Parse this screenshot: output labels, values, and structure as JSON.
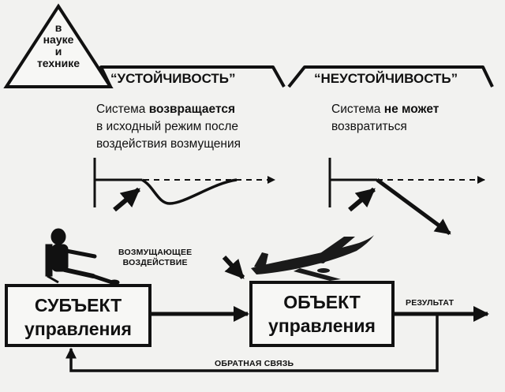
{
  "triangle": {
    "line1": "в",
    "line2": "науке",
    "line3": "и",
    "line4": "технике"
  },
  "stability": {
    "label": "“УСТОЙЧИВОСТЬ”",
    "desc_pre": "Система ",
    "desc_bold": "возвращается",
    "desc_line2": "в исходный режим после",
    "desc_line3": "воздействия возмущения"
  },
  "instability": {
    "label": "“НЕУСТОЙЧИВОСТЬ”",
    "desc_pre": "Система ",
    "desc_bold": "не может",
    "desc_line2": "возвратиться"
  },
  "subject": {
    "line1": "СУБЪЕКТ",
    "line2": "управления"
  },
  "object": {
    "line1": "ОБЪЕКТ",
    "line2": "управления"
  },
  "disturbance": {
    "line1": "ВОЗМУЩАЮЩЕЕ",
    "line2": "ВОЗДЕЙСТВИЕ"
  },
  "result_label": "РЕЗУЛЬТАТ",
  "feedback_label": "ОБРАТНАЯ СВЯЗЬ"
}
